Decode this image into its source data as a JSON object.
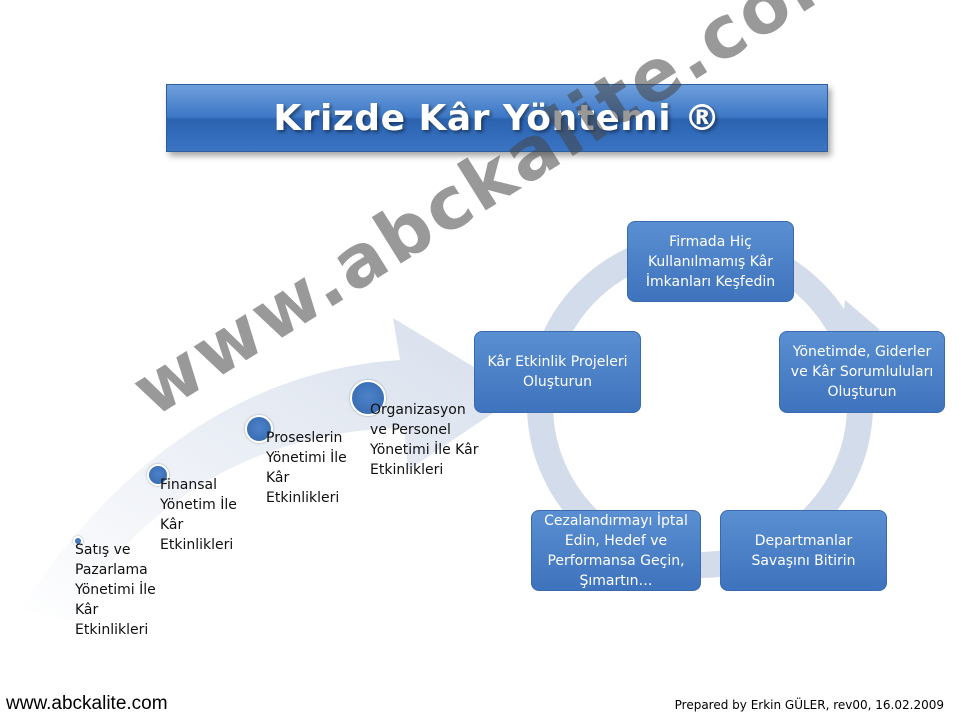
{
  "title": "Krizde Kâr Yöntemi ®",
  "cycle_nodes": [
    "Firmada Hiç Kullanılmamış Kâr İmkanları Keşfedin",
    "Yönetimde, Giderler ve Kâr Sorumluluları Oluşturun",
    "Departmanlar Savaşını Bitirin",
    "Cezalandırmayı İptal Edin, Hedef ve Performansa Geçin, Şımartın…",
    "Kâr Etkinlik Projeleri Oluşturun"
  ],
  "steps": [
    "Satış ve Pazarlama Yönetimi İle Kâr Etkinlikleri",
    "Finansal Yönetim İle Kâr Etkinlikleri",
    "Proseslerin Yönetimi İle Kâr Etkinlikleri",
    "Organizasyon ve Personel Yönetimi İle Kâr Etkinlikleri"
  ],
  "watermark": "www.abckalite.com",
  "footer": {
    "site": "www.abckalite.com",
    "prepared": "Prepared by Erkin GÜLER, rev00, 16.02.2009"
  },
  "colors": {
    "node_fill": "#4a7fc8",
    "title_fill": "#3a74c2",
    "cycle_ring": "#d3dcea",
    "arrow_fill": "#dfe5f0"
  }
}
